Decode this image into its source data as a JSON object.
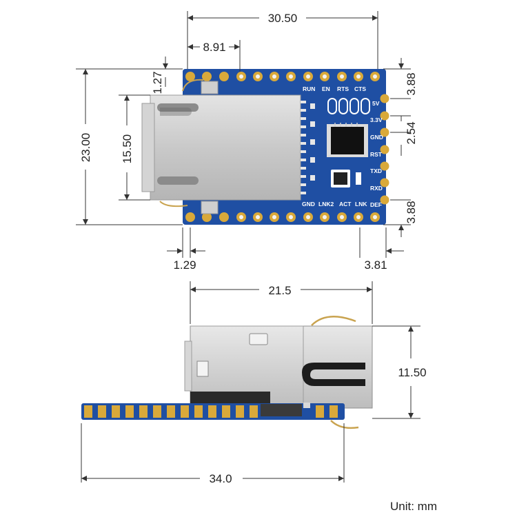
{
  "dimensions": {
    "top_width": "30.50",
    "top_offset": "8.91",
    "top_margin": "1.27",
    "board_height": "23.00",
    "jack_height": "15.50",
    "right_top": "3.88",
    "pin_pitch": "2.54",
    "right_bottom": "3.88",
    "bottom_left": "1.29",
    "bottom_right": "3.81",
    "side_width": "21.5",
    "side_height": "11.50",
    "total_length": "34.0"
  },
  "pin_labels": {
    "top": [
      "RUN",
      "EN",
      "RTS",
      "CTS"
    ],
    "right": [
      "5V",
      "3.3V",
      "GND",
      "RST",
      "TXD",
      "RXD",
      "DEF"
    ],
    "bottom": [
      "GND",
      "LNK2",
      "ACT",
      "LNK"
    ]
  },
  "chip_marking": "",
  "unit_label": "Unit: mm",
  "colors": {
    "pcb": "#1f4fa3",
    "pad": "#d9a93a",
    "shield": "#c8c8c8",
    "text": "#222222"
  }
}
